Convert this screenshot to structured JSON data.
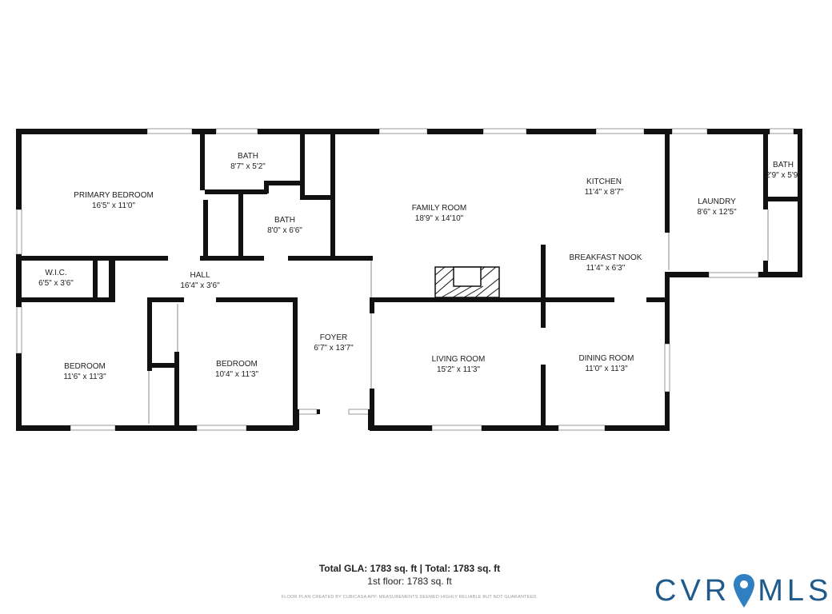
{
  "rooms": [
    {
      "id": "primary-bedroom",
      "name": "PRIMARY BEDROOM",
      "dim": "16'5\" x 11'0\""
    },
    {
      "id": "bath-1",
      "name": "BATH",
      "dim": "8'7\" x 5'2\""
    },
    {
      "id": "bath-2",
      "name": "BATH",
      "dim": "8'0\" x 6'6\""
    },
    {
      "id": "family-room",
      "name": "FAMILY ROOM",
      "dim": "18'9\" x 14'10\""
    },
    {
      "id": "kitchen",
      "name": "KITCHEN",
      "dim": "11'4\" x 8'7\""
    },
    {
      "id": "breakfast-nook",
      "name": "BREAKFAST NOOK",
      "dim": "11'4\" x 6'3\""
    },
    {
      "id": "laundry",
      "name": "LAUNDRY",
      "dim": "8'6\" x 12'5\""
    },
    {
      "id": "bath-3",
      "name": "BATH",
      "dim": "2'9\" x 5'9\""
    },
    {
      "id": "wic",
      "name": "W.I.C.",
      "dim": "6'5\" x 3'6\""
    },
    {
      "id": "hall",
      "name": "HALL",
      "dim": "16'4\" x 3'6\""
    },
    {
      "id": "foyer",
      "name": "FOYER",
      "dim": "6'7\" x 13'7\""
    },
    {
      "id": "bedroom-1",
      "name": "BEDROOM",
      "dim": "11'6\" x 11'3\""
    },
    {
      "id": "bedroom-2",
      "name": "BEDROOM",
      "dim": "10'4\" x 11'3\""
    },
    {
      "id": "living-room",
      "name": "LIVING ROOM",
      "dim": "15'2\" x 11'3\""
    },
    {
      "id": "dining-room",
      "name": "DINING ROOM",
      "dim": "11'0\" x 11'3\""
    }
  ],
  "footer": {
    "gla_label": "Total GLA: 1783 sq. ft",
    "separator": " | ",
    "total_label": "Total: 1783 sq. ft",
    "floor_label": "1st floor: 1783 sq. ft",
    "disclaimer": "FLOOR PLAN CREATED BY CUBICASA APP. MEASUREMENTS DEEMED HIGHLY RELIABLE BUT NOT GUARANTEED."
  },
  "logo": {
    "left_text": "CVR",
    "right_text": "MLS",
    "color": "#1f5a8a",
    "pin_color": "#2f7fc1"
  },
  "colors": {
    "wall": "#111111",
    "window": "#bbbbbb"
  }
}
